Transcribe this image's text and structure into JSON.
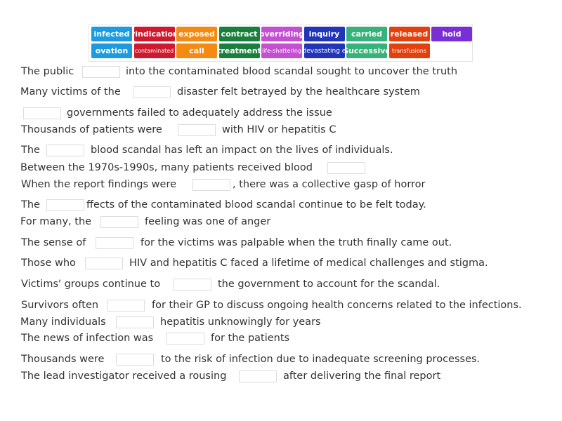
{
  "word_bank": [
    {
      "label": "infected",
      "color": "#1e9be0"
    },
    {
      "label": "vindication",
      "color": "#d0192f"
    },
    {
      "label": "exposed",
      "color": "#f58a12"
    },
    {
      "label": "contract",
      "color": "#1a7f3c"
    },
    {
      "label": "overriding",
      "color": "#c44fd0"
    },
    {
      "label": "inquiry",
      "color": "#2235b8"
    },
    {
      "label": "carried",
      "color": "#36b27a"
    },
    {
      "label": "released",
      "color": "#e2410e"
    },
    {
      "label": "hold",
      "color": "#7a2fd6"
    },
    {
      "label": "ovation",
      "color": "#1e9be0"
    },
    {
      "label": "contaminated",
      "color": "#d0192f"
    },
    {
      "label": "call",
      "color": "#f58a12"
    },
    {
      "label": "treatment",
      "color": "#1a7f3c"
    },
    {
      "label": "life-shattering",
      "color": "#c44fd0"
    },
    {
      "label": "devastating e",
      "color": "#2235b8"
    },
    {
      "label": "Successive",
      "color": "#36b27a"
    },
    {
      "label": "transfusions",
      "color": "#e2410e"
    }
  ],
  "sentences": [
    {
      "before": "The public",
      "after": "into the contaminated blood scandal sought to uncover the truth"
    },
    {
      "before": "Many victims of the",
      "after": "disaster felt betrayed by the healthcare system"
    },
    {
      "before": "",
      "after": "governments failed to adequately address the issue"
    },
    {
      "before": "Thousands of patients were",
      "after": "with HIV or hepatitis C"
    },
    {
      "before": "The",
      "after": "blood scandal has left an impact on the lives of individuals."
    },
    {
      "before": "Between the 1970s-1990s, many patients received blood",
      "after": ""
    },
    {
      "before": "When the report findings were",
      "after": ", there was a collective gasp of horror"
    },
    {
      "before": "The",
      "after": "ffects of the contaminated blood scandal continue to be felt today."
    },
    {
      "before": "For many, the",
      "after": "feeling was one of anger"
    },
    {
      "before": "The sense of",
      "after": "for the victims was palpable when the truth finally came out."
    },
    {
      "before": "Those who",
      "after": "HIV and hepatitis C faced a lifetime of medical challenges and stigma."
    },
    {
      "before": "Victims' groups continue to",
      "after": "the government to account for the scandal."
    },
    {
      "before": "Survivors often",
      "after": "for their GP to discuss ongoing health concerns related to the infections."
    },
    {
      "before": "Many individuals",
      "after": "hepatitis unknowingly for years"
    },
    {
      "before": "The news of infection was",
      "after": "for the patients"
    },
    {
      "before": "Thousands were",
      "after": "to the risk of infection due to inadequate screening processes."
    },
    {
      "before": "The lead investigator received a rousing",
      "after": "after delivering the final report"
    }
  ]
}
